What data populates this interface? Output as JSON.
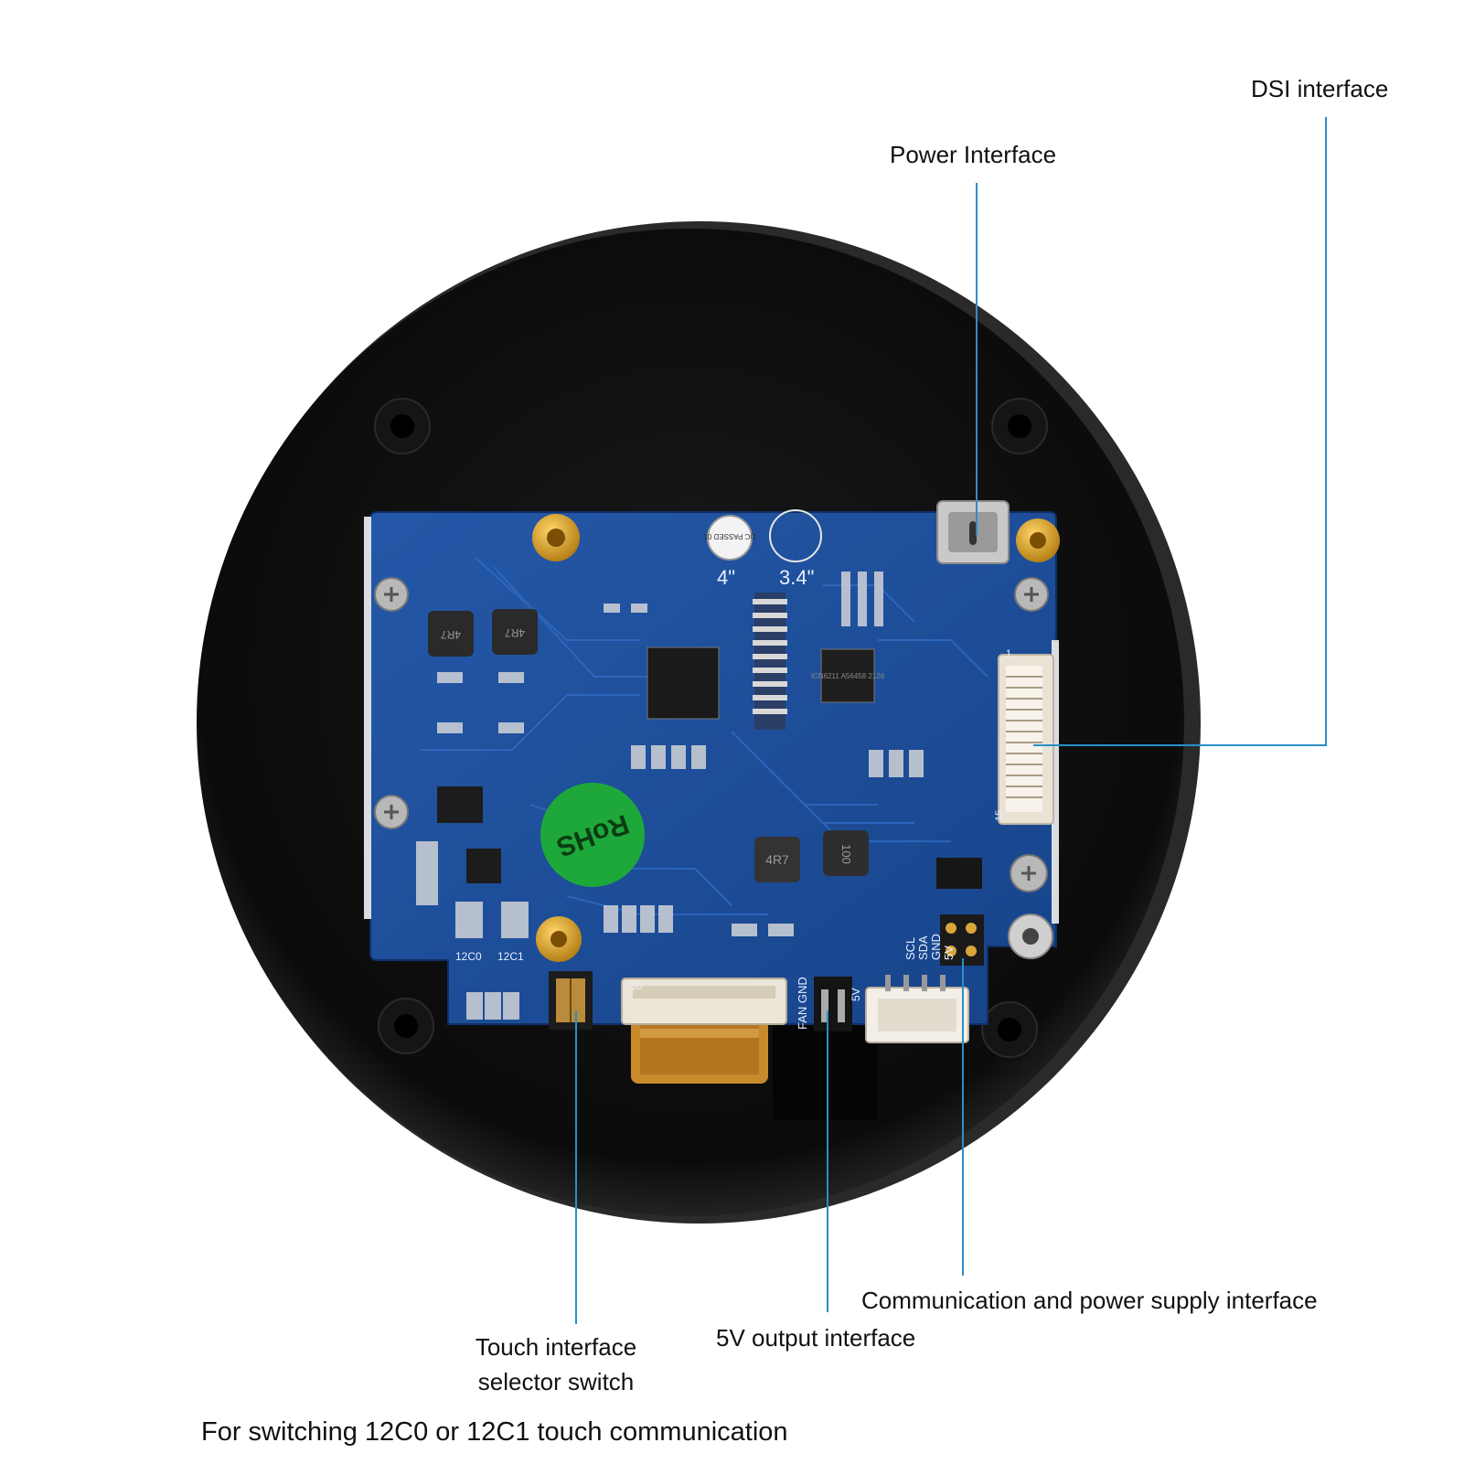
{
  "labels": {
    "dsi_interface": "DSI interface",
    "power_interface": "Power Interface",
    "comm_power_interface": "Communication and power supply interface",
    "five_v_output": "5V output interface",
    "touch_switch_line1": "Touch interface",
    "touch_switch_line2": "selector switch"
  },
  "footnote": "For switching 12C0 or 12C1 touch communication",
  "board_markings": {
    "size_4": "4\"",
    "size_3_4": "3.4\"",
    "rohs": "RoHS",
    "qc_passed": "QC PASSED 01",
    "inductor_a": "4R7",
    "inductor_b": "4R7",
    "inductor_c": "4R7",
    "inductor_d": "100",
    "i2c0": "12C0",
    "i2c1": "12C1",
    "scl": "SCL",
    "sda": "SDA",
    "gnd": "GND",
    "five_v": "5V",
    "fan_gnd": "FAN GND",
    "fan_5v": "5V",
    "chip_text": "ICN6211 A56458 2126",
    "pin1": "1",
    "pin15": "15",
    "pin30": "30"
  },
  "colors": {
    "leader_line": "#2a8fc7",
    "pcb": "#1d4f9a",
    "enclosure": "#0d0d0d",
    "rohs_sticker": "#1fa83a",
    "brass": "#c8901a"
  }
}
